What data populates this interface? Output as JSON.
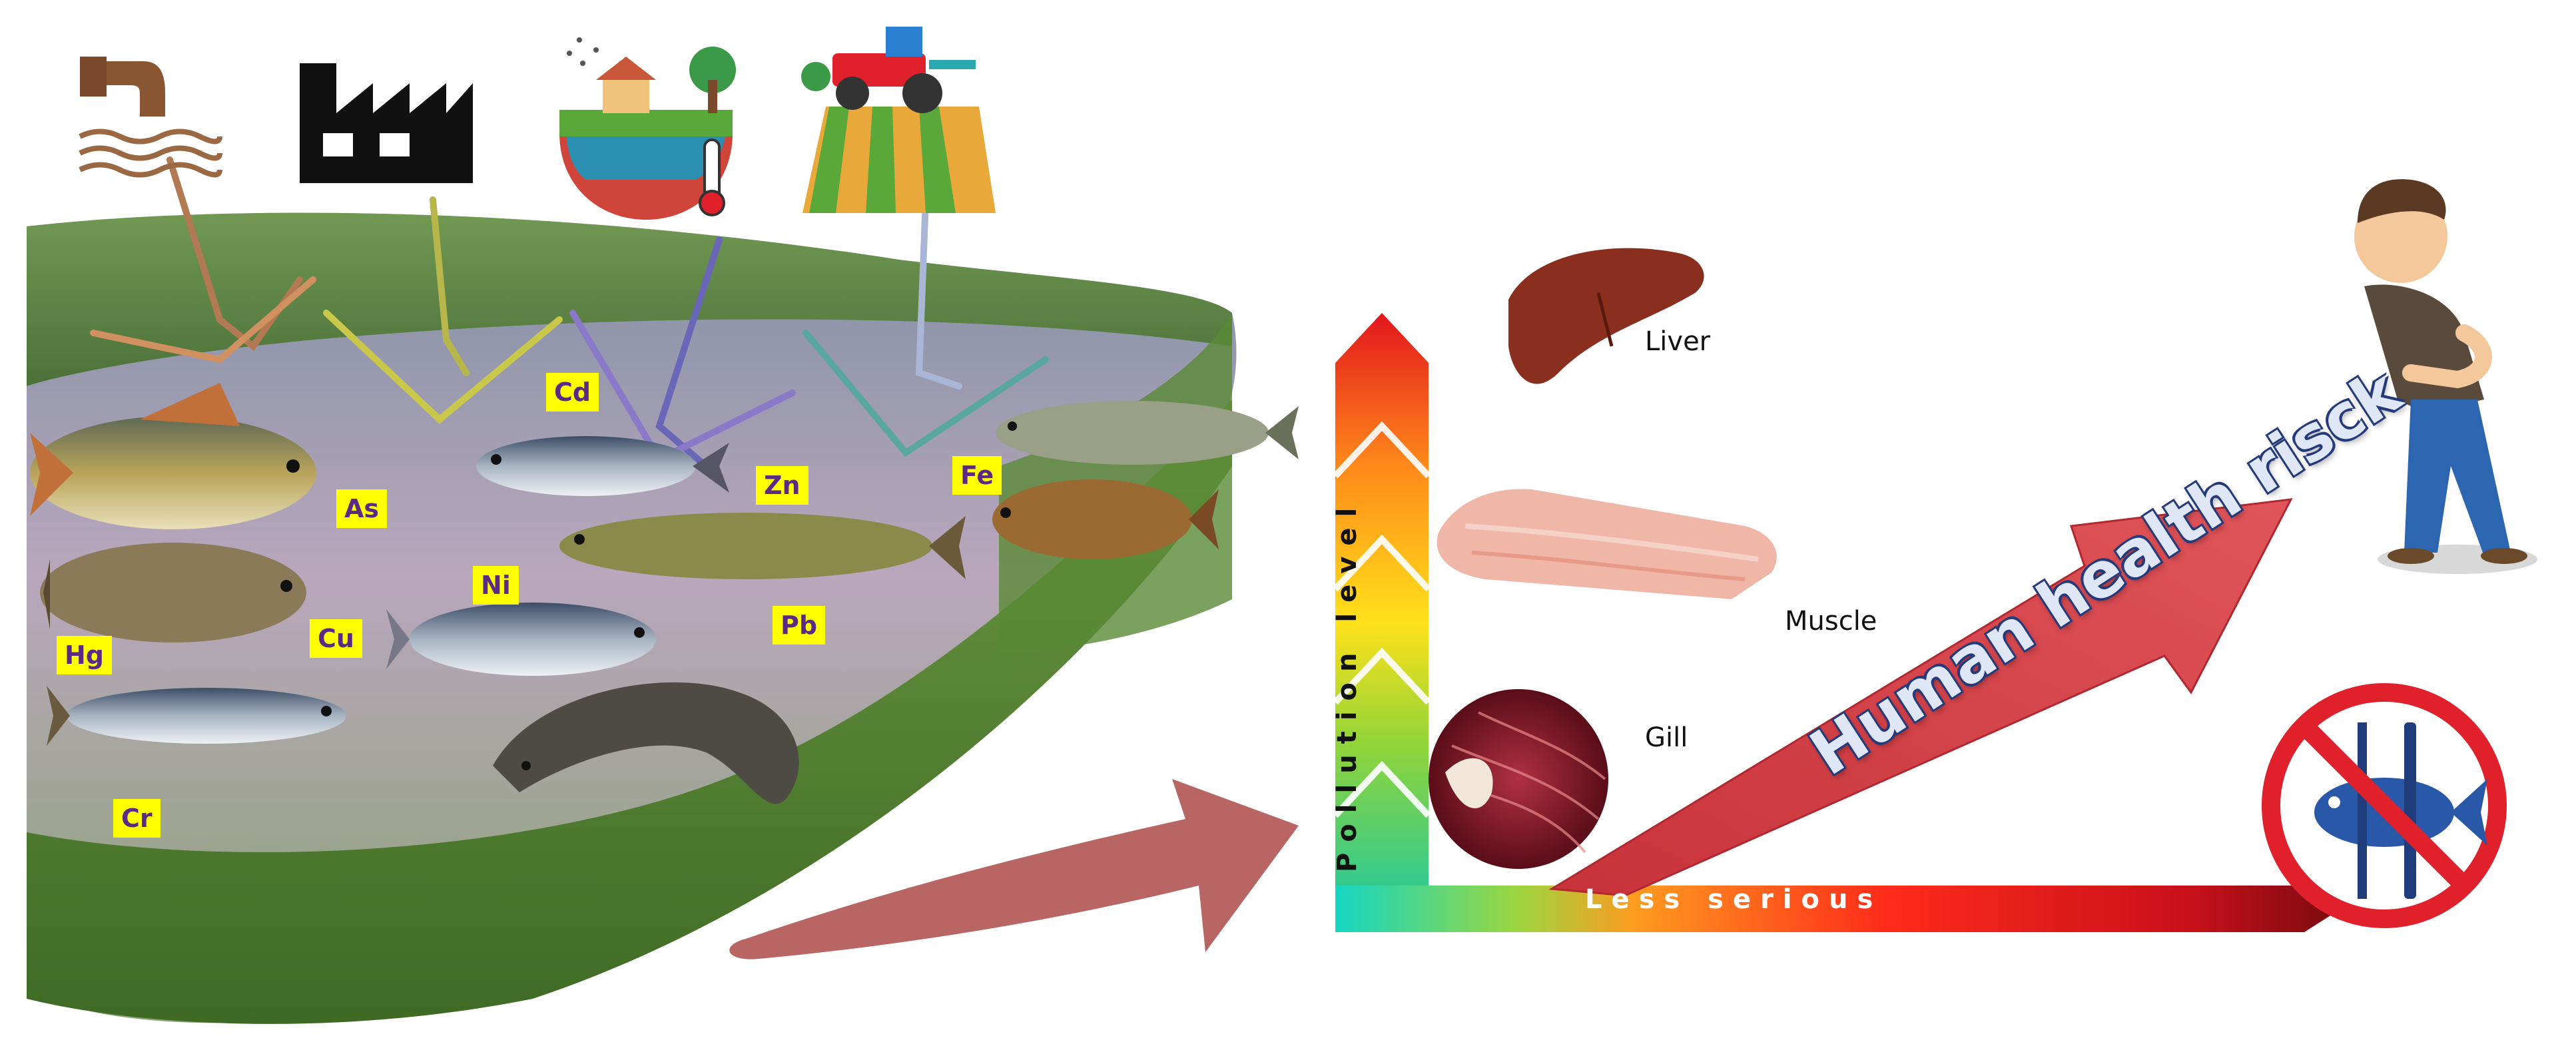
{
  "metals": [
    {
      "id": "cd",
      "label": "Cd"
    },
    {
      "id": "as",
      "label": "As"
    },
    {
      "id": "zn",
      "label": "Zn"
    },
    {
      "id": "fe",
      "label": "Fe"
    },
    {
      "id": "ni",
      "label": "Ni"
    },
    {
      "id": "cu",
      "label": "Cu"
    },
    {
      "id": "hg",
      "label": "Hg"
    },
    {
      "id": "pb",
      "label": "Pb"
    },
    {
      "id": "cr",
      "label": "Cr"
    }
  ],
  "organs": {
    "liver": "Liver",
    "muscle": "Muscle",
    "gill": "Gill"
  },
  "axes": {
    "vertical": "Pollution level",
    "horizontal": "Less serious"
  },
  "risk_label": "Human health risck",
  "icons": [
    "sewage-pipe-icon",
    "factory-icon",
    "climate-earth-icon",
    "farm-tractor-icon",
    "sick-person-icon",
    "no-fish-eating-icon"
  ],
  "colors": {
    "arrow_red": "#c8323a",
    "big_arrow": "#b86564",
    "metal_bg": "#ffff00",
    "metal_text": "#5a2a85",
    "ban_red": "#e0212b"
  }
}
